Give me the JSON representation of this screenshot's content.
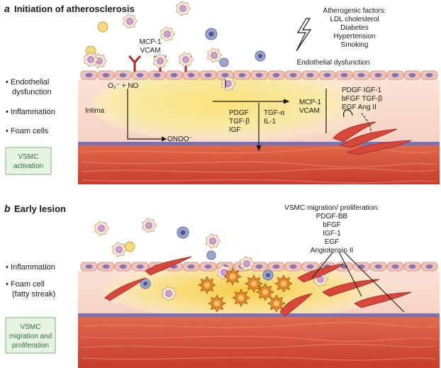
{
  "panel_a": {
    "letter": "a",
    "title": "Initiation of atherosclerosis",
    "adhesion_labels": [
      "MCP-1",
      "VCAM"
    ],
    "atherogenic": {
      "title": "Atherogenic factors:",
      "items": [
        "LDL cholesterol",
        "Diabetes",
        "Hypertension",
        "Smoking"
      ]
    },
    "endothelial_dysfunction": "Endothelial dysfunction",
    "o2_no": "O₂⁻ + NO",
    "onoo": "ONOO⁻",
    "intima": "Intima",
    "bullets": [
      "Endothelial",
      "dysfunction",
      "Inflammation",
      "Foam cells"
    ],
    "vsmc_box": [
      "VSMC",
      "activation"
    ],
    "cytokines_left": [
      "PDGF",
      "TGF-β",
      "IGF"
    ],
    "cytokines_mid": [
      "TGF-α",
      "IL-1"
    ],
    "mcp_vcam": [
      "MCP-1",
      "VCAM"
    ],
    "growth_factors": [
      "PDGF IGF-1",
      "bFGF  TGF-β",
      "EGF  Ang II"
    ]
  },
  "panel_b": {
    "letter": "b",
    "title": "Early lesion",
    "bullets": [
      "Inflammation",
      "Foam cell",
      "(fatty streak)"
    ],
    "vsmc_box": [
      "VSMC",
      "migration and",
      "proliferation"
    ],
    "migration_title": "VSMC migration/ proliferation:",
    "migration_items": [
      "PDGF-BB",
      "bFGF",
      "IGF-1",
      "EGF",
      "Angiotensin II"
    ]
  },
  "colors": {
    "media": "#c9442f",
    "media_light": "#e0745c",
    "intima_yellow": "#f7d768",
    "endothelium": "#f2c2b6",
    "nucleus": "#7e76b8",
    "box_bg": "#e7f4e3",
    "box_border": "#7fb27a",
    "receptor": "#b4272f",
    "foam_cell": "#e28a2c"
  }
}
